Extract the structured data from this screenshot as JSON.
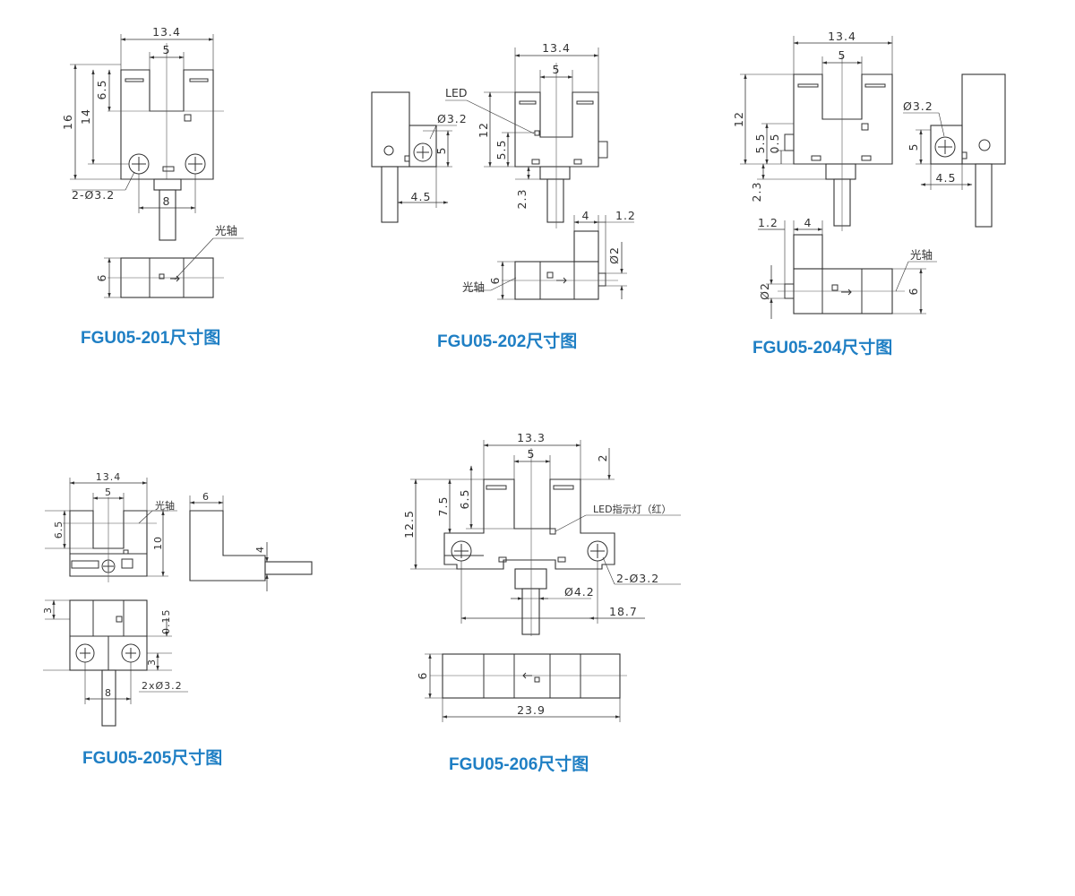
{
  "titles": {
    "t201": "FGU05-201尺寸图",
    "t202": "FGU05-202尺寸图",
    "t204": "FGU05-204尺寸图",
    "t205": "FGU05-205尺寸图",
    "t206": "FGU05-206尺寸图"
  },
  "d201": {
    "w": "13.4",
    "slot": "5",
    "h": "16",
    "h2": "14",
    "slotd": "6.5",
    "hole": "2-Ø3.2",
    "pitch": "8",
    "axis": "光轴",
    "depth": "6"
  },
  "d202": {
    "w": "13.4",
    "slot": "5",
    "led": "LED",
    "hole": "Ø3.2",
    "h": "12",
    "h2": "5.5",
    "holeh": "5",
    "holeoff": "4.5",
    "stem": "2.3",
    "axis": "光轴",
    "depth": "6",
    "dep4": "4",
    "led12": "1.2",
    "ledd": "Ø2"
  },
  "d204": {
    "w": "13.4",
    "slot": "5",
    "h": "12",
    "h2": "5.5",
    "h3": "0.5",
    "stem": "2.3",
    "hole": "Ø3.2",
    "holeh": "5",
    "holeoff": "4.5",
    "led12": "1.2",
    "dep4": "4",
    "ledd": "Ø2",
    "axis": "光轴",
    "depth": "6"
  },
  "d205": {
    "w": "13.4",
    "slot": "5",
    "axis": "光轴",
    "slotd": "6.5",
    "h": "10",
    "side6": "6",
    "cable4": "4",
    "top3": "3",
    "gap": "0.15",
    "bot3": "3",
    "pitch": "8",
    "hole": "2xØ3.2"
  },
  "d206": {
    "w": "13.3",
    "slot": "5",
    "top2": "2",
    "h": "12.5",
    "h2": "7.5",
    "slotd": "6.5",
    "led": "LED指示灯（红）",
    "hole": "2-Ø3.2",
    "stem": "Ø4.2",
    "pitch": "18.7",
    "depth": "6",
    "len": "23.9"
  }
}
